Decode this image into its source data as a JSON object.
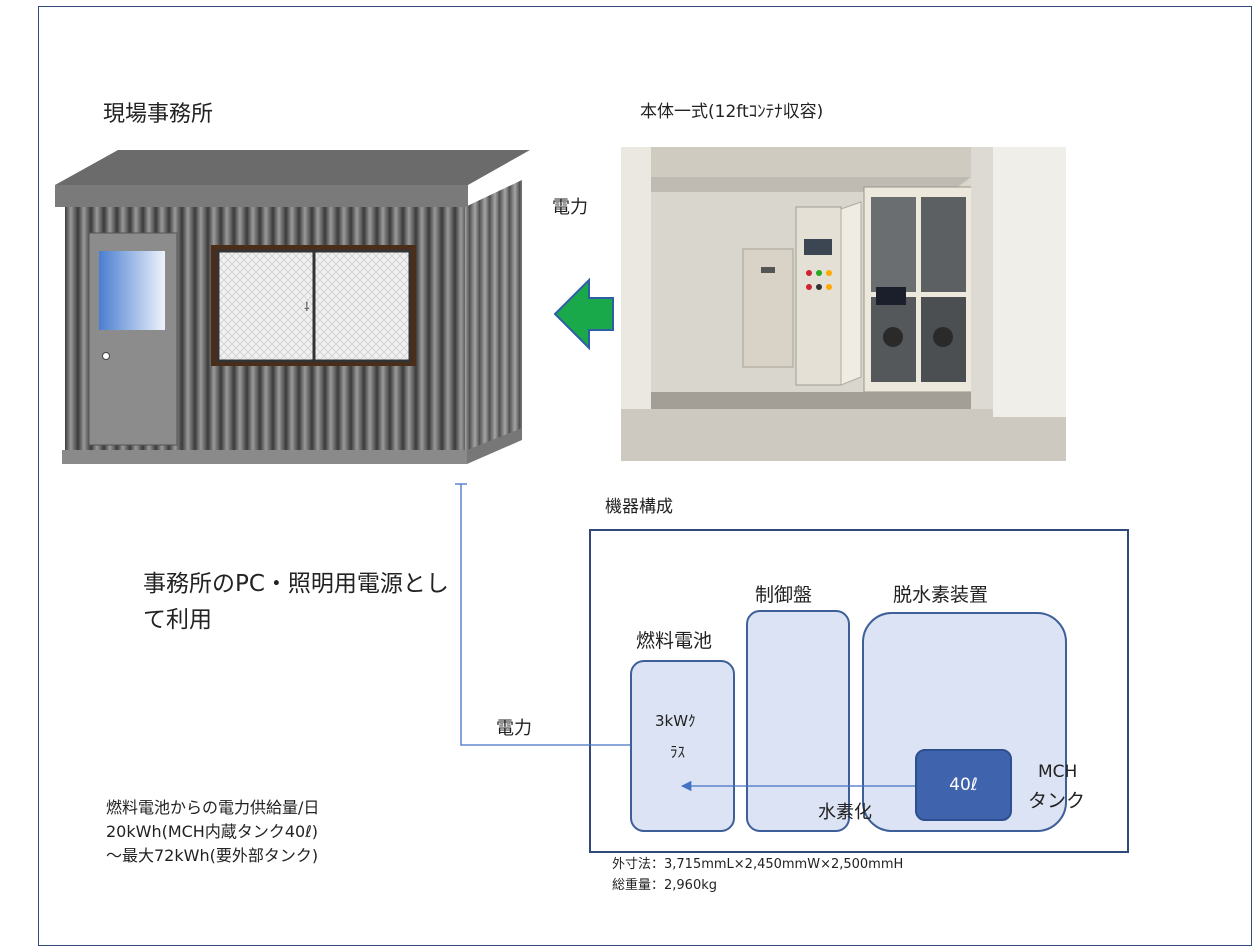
{
  "office_title": "現場事務所",
  "container_title": "本体一式(12ftｺﾝﾃﾅ収容)",
  "power_label_top": "電力",
  "usage_text": "事務所のPC・照明用電源として利用",
  "equipment_title": "機器構成",
  "power_label_mid": "電力",
  "units": {
    "fuel_cell_label": "燃料電池",
    "fuel_cell_capacity_line1": "3kWｸ",
    "fuel_cell_capacity_line2": "ﾗｽ",
    "control_panel_label": "制御盤",
    "dehydro_label": "脱水素装置",
    "tank_value": "40ℓ",
    "mch_line1": "MCH",
    "mch_line2": "タンク",
    "hydrogenation": "水素化"
  },
  "supply": {
    "line1": "燃料電池からの電力供給量/日",
    "line2": "20kWh(MCH内蔵タンク40ℓ)",
    "line3": "～最大72kWh(要外部タンク)"
  },
  "spec": {
    "dimensions": "外寸法：3,715mmL×2,450mmW×2,500mmH",
    "weight": "総重量：2,960kg"
  },
  "colors": {
    "frame": "#2f4a7a",
    "arrow_fill": "#19a84a",
    "arrow_stroke": "#2f5ea8",
    "unit_fill": "#dbe3f4",
    "tank_fill": "#3f63ad",
    "line": "#4472c4"
  }
}
